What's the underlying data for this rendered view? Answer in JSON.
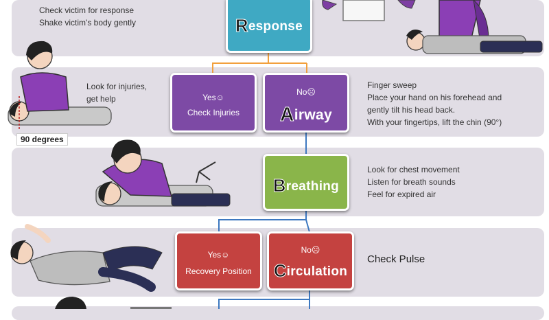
{
  "steps": {
    "response": {
      "initial": "R",
      "rest": "esponse",
      "notes": [
        "Check victim for response",
        "Shake victim's body gently"
      ]
    },
    "airway": {
      "yes_label": "Yes☺",
      "yes_action": "Check Injuries",
      "no_label": "No☹",
      "initial": "A",
      "rest": "irway",
      "left_notes": [
        "Look for injuries,",
        "get help"
      ],
      "angle_label": "90 degrees",
      "notes": [
        "Finger sweep",
        "Place your hand on his forehead and",
        "gently tilt his head back.",
        "With your fingertips, lift the chin (90°)"
      ]
    },
    "breathing": {
      "initial": "B",
      "rest": "reathing",
      "notes": [
        "Look for chest movement",
        "Listen for breath sounds",
        "Feel for expired air"
      ]
    },
    "circulation": {
      "yes_label": "Yes☺",
      "yes_action": "Recovery Position",
      "no_label": "No☹",
      "initial": "C",
      "rest": "irculation",
      "notes": [
        "Check Pulse"
      ]
    }
  },
  "colors": {
    "band": "#e1dde5",
    "response": "#3fa9c3",
    "purple": "#7d4aa5",
    "breathing": "#8ab54a",
    "circulation": "#c44240",
    "connector_orange": "#f2a03d",
    "connector_blue": "#3d78c0"
  },
  "illustrations": [
    "rescuer-checking-response",
    "rescuer-tilting-head",
    "rescuer-listening-breath",
    "victim-recovery-position",
    "rescuer-next-step"
  ]
}
